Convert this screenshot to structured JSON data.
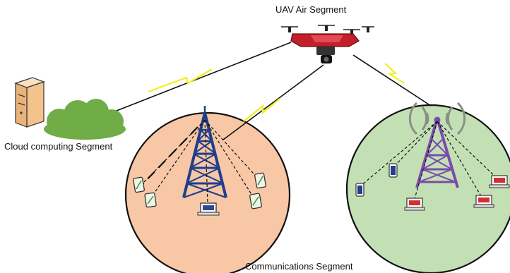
{
  "labels": {
    "uav_segment": "UAV Air Segment",
    "cloud_segment": "Cloud computing Segment",
    "communications_segment": "Communications Segment"
  },
  "colors": {
    "peach_cell": "#f7c7a6",
    "green_cell": "#c3e0b5",
    "cloud": "#70ad47",
    "tower_blue": "#1f3e8c",
    "tower_purple": "#7a4bab",
    "drone_red": "#c21f2a",
    "lightning": "#f2ef1f"
  },
  "icons": [
    "drone-icon",
    "server-icon",
    "cloud-icon",
    "cell-tower-icon",
    "smartphone-icon",
    "laptop-icon",
    "tablet-icon",
    "lightning-link-icon",
    "signal-waves-icon"
  ]
}
